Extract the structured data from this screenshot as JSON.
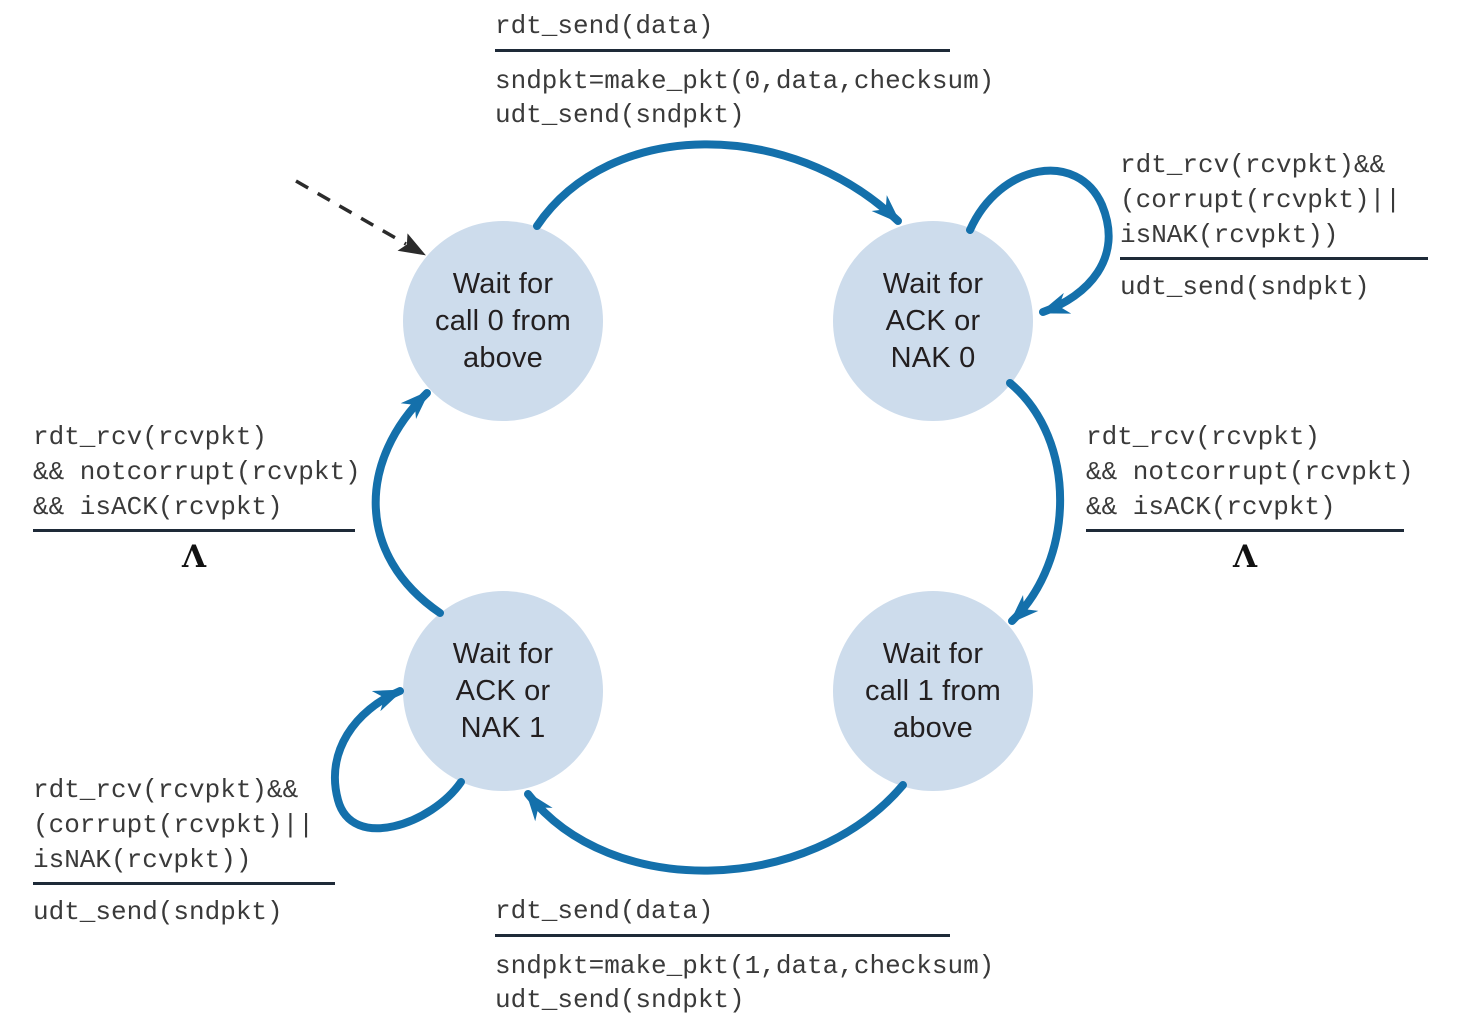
{
  "colors": {
    "arrow_blue": "#1470ab",
    "state_fill": "#cddcec",
    "initial_arrow": "#2b2b2b",
    "code_text": "#3a3a3a",
    "state_text": "#231f20",
    "rule_line": "#1e2a38"
  },
  "states": {
    "wait_call0": "Wait for\ncall 0 from\nabove",
    "wait_ack_nak0": "Wait for\nACK or\nNAK 0",
    "wait_ack_nak1": "Wait for\nACK or\nNAK 1",
    "wait_call1": "Wait for\ncall 1 from\nabove"
  },
  "transitions": {
    "send0": {
      "event": "rdt_send(data)",
      "action": "sndpkt=make_pkt(0,data,checksum)\nudt_send(sndpkt)"
    },
    "nak0_selfloop": {
      "event": "rdt_rcv(rcvpkt)&&\n(corrupt(rcvpkt)||\nisNAK(rcvpkt))",
      "action": "udt_send(sndpkt)"
    },
    "ack0": {
      "event": "rdt_rcv(rcvpkt)\n&& notcorrupt(rcvpkt)\n&& isACK(rcvpkt)",
      "action": "Λ"
    },
    "send1": {
      "event": "rdt_send(data)",
      "action": "sndpkt=make_pkt(1,data,checksum)\nudt_send(sndpkt)"
    },
    "nak1_selfloop": {
      "event": "rdt_rcv(rcvpkt)&&\n(corrupt(rcvpkt)||\nisNAK(rcvpkt))",
      "action": "udt_send(sndpkt)"
    },
    "ack1": {
      "event": "rdt_rcv(rcvpkt)\n&& notcorrupt(rcvpkt)\n&& isACK(rcvpkt)",
      "action": "Λ"
    }
  }
}
